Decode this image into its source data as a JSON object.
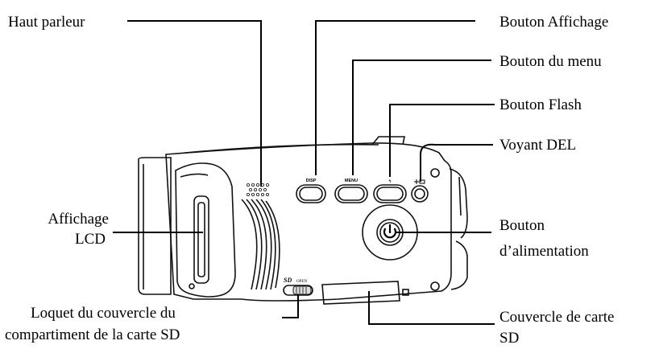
{
  "labels": {
    "speaker": "Haut parleur",
    "disp_button": "Bouton Affichage",
    "menu_button": "Bouton du menu",
    "flash_button": "Bouton Flash",
    "led": "Voyant DEL",
    "lcd_line1": "Affichage",
    "lcd_line2": "LCD",
    "power_line1": "Bouton",
    "power_line2": "d’alimentation",
    "latch_line1": "Loquet du couvercle du",
    "latch_line2": "compartiment de la carte SD",
    "card_cover_line1": "Couvercle de carte",
    "card_cover_line2": "SD"
  },
  "device_markings": {
    "disp": "DISP",
    "menu": "MENU",
    "flash": "ϟ",
    "sd_logo": "SD",
    "sd_open": "OPEN"
  }
}
